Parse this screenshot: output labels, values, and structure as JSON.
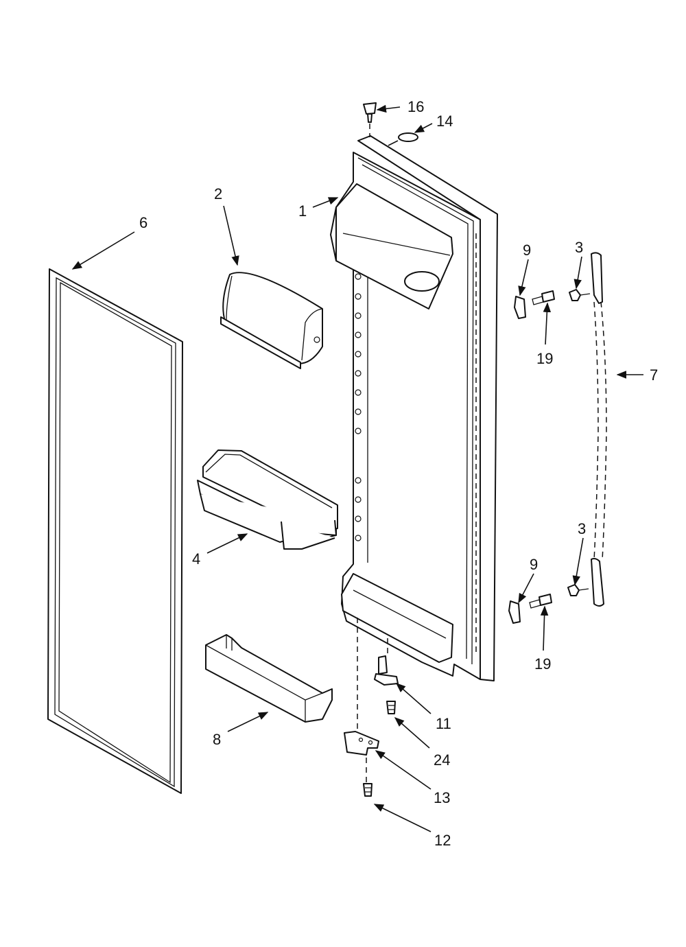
{
  "callouts": {
    "c1": "1",
    "c2": "2",
    "c3a": "3",
    "c3b": "3",
    "c4": "4",
    "c6": "6",
    "c7": "7",
    "c8": "8",
    "c9a": "9",
    "c9b": "9",
    "c11": "11",
    "c12": "12",
    "c13": "13",
    "c14": "14",
    "c16": "16",
    "c19a": "19",
    "c19b": "19",
    "c24": "24"
  }
}
